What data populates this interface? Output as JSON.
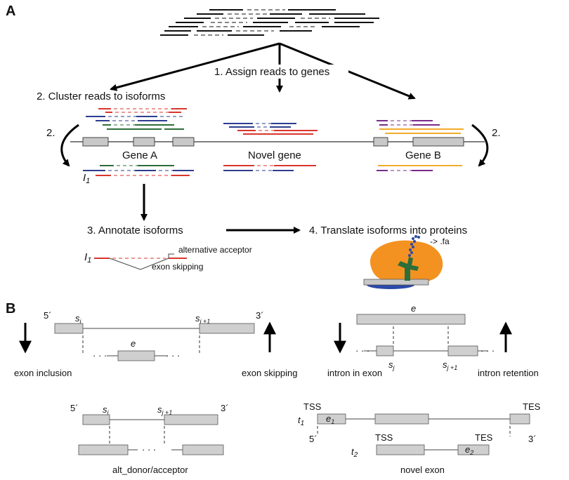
{
  "panels": {
    "a": "A",
    "b": "B"
  },
  "steps": {
    "s1": "1.  Assign reads to genes",
    "s2": "2.  Cluster reads to isoforms",
    "s2_left": "2.",
    "s2_right": "2.",
    "s3": "3.  Annotate isoforms",
    "s4": "4.  Translate isoforms into proteins"
  },
  "genes": {
    "a": "Gene A",
    "novel": "Novel gene",
    "b": "Gene B"
  },
  "isoform_label": "I",
  "isoform_sub": "1",
  "annot": {
    "acceptor": "alternative acceptor",
    "skipping": "exon skipping"
  },
  "fasta": "-> .fa",
  "events": {
    "exon_inclusion": "exon inclusion",
    "exon_skipping": "exon skipping",
    "intron_in_exon": "intron in exon",
    "intron_retention": "intron retention",
    "alt_donor_acceptor": "alt_donor/acceptor",
    "novel_exon": "novel exon"
  },
  "symbols": {
    "five": "5´",
    "three": "3´",
    "s": "s",
    "j": "j",
    "j1": "j +1",
    "e": "e",
    "e1": "1",
    "e2": "2",
    "t": "t",
    "t1": "1",
    "t2": "2",
    "tss": "TSS",
    "tes": "TES",
    "dots": "· · ·"
  },
  "colors": {
    "red": "#d9362b",
    "blue": "#2c3d8f",
    "green": "#2d6e3a",
    "purple": "#7a2a8a",
    "yellow": "#f2ab2c",
    "orange": "#f39221",
    "ribosome_blue": "#2b49a8",
    "exon_gray": "#c8c8c8"
  },
  "icons": {
    "ribosome": "ribosome-icon"
  }
}
